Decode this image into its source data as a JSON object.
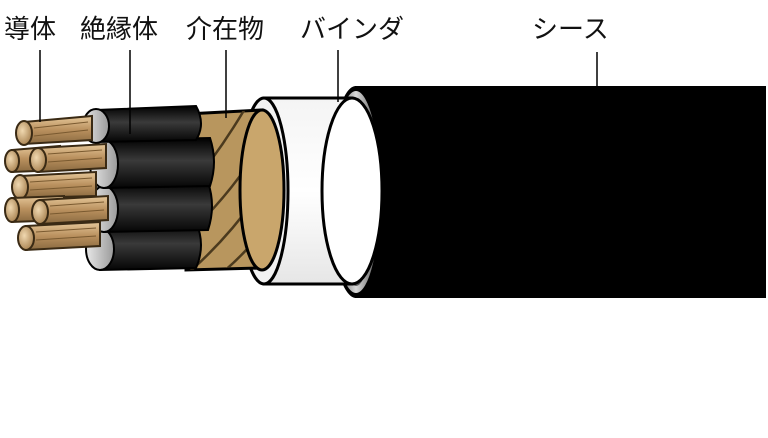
{
  "labels": {
    "conductor": "導体",
    "insulation": "絶縁体",
    "filler": "介在物",
    "binder": "バインダ",
    "sheath": "シース"
  },
  "colors": {
    "sheath": "#000000",
    "binder": "#ffffff",
    "filler": "#b8965e",
    "insulation": "#161616",
    "conductor": "#c79e6a",
    "outline": "#000000"
  }
}
